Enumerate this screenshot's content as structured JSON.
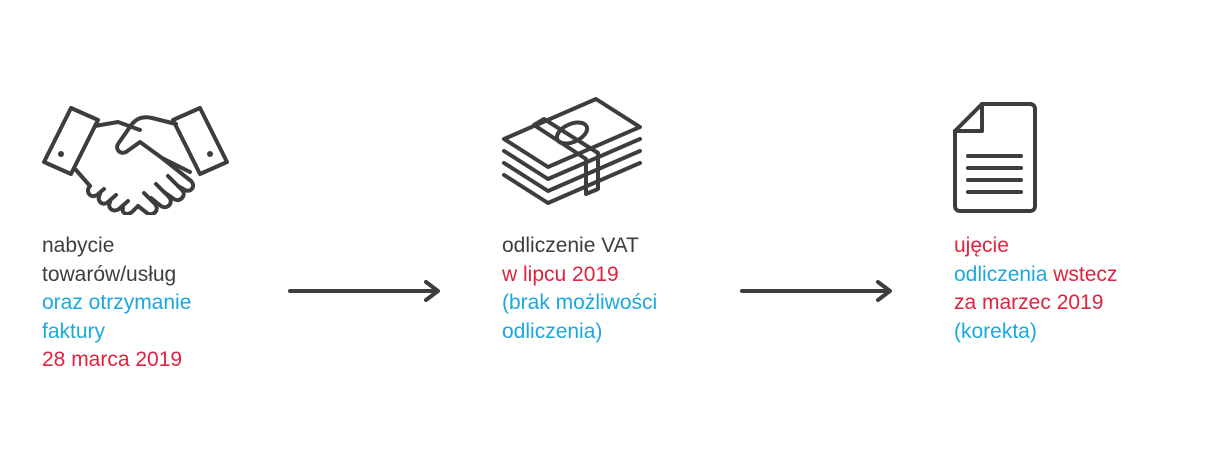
{
  "colors": {
    "dark": "#3d3d3d",
    "blue": "#1aa8df",
    "red": "#e0223f"
  },
  "steps": [
    {
      "icon": "handshake-icon",
      "lines": [
        [
          {
            "text": "nabycie",
            "color": "dark"
          }
        ],
        [
          {
            "text": "towarów/usług",
            "color": "dark"
          }
        ],
        [
          {
            "text": "oraz otrzymanie",
            "color": "blue"
          }
        ],
        [
          {
            "text": "faktury",
            "color": "blue"
          }
        ],
        [
          {
            "text": "28 marca 2019",
            "color": "red"
          }
        ]
      ]
    },
    {
      "icon": "money-stack-icon",
      "lines": [
        [
          {
            "text": "odliczenie VAT",
            "color": "dark"
          }
        ],
        [
          {
            "text": "w lipcu 2019",
            "color": "red"
          }
        ],
        [
          {
            "text": "(brak możliwości",
            "color": "blue"
          }
        ],
        [
          {
            "text": "odliczenia)",
            "color": "blue"
          }
        ]
      ]
    },
    {
      "icon": "document-icon",
      "lines": [
        [
          {
            "text": "ujęcie",
            "color": "red"
          }
        ],
        [
          {
            "text": "odliczenia",
            "color": "blue"
          },
          {
            "text": " wstecz",
            "color": "red"
          }
        ],
        [
          {
            "text": "za marzec 2019",
            "color": "red"
          }
        ],
        [
          {
            "text": "(korekta)",
            "color": "blue"
          }
        ]
      ]
    }
  ]
}
